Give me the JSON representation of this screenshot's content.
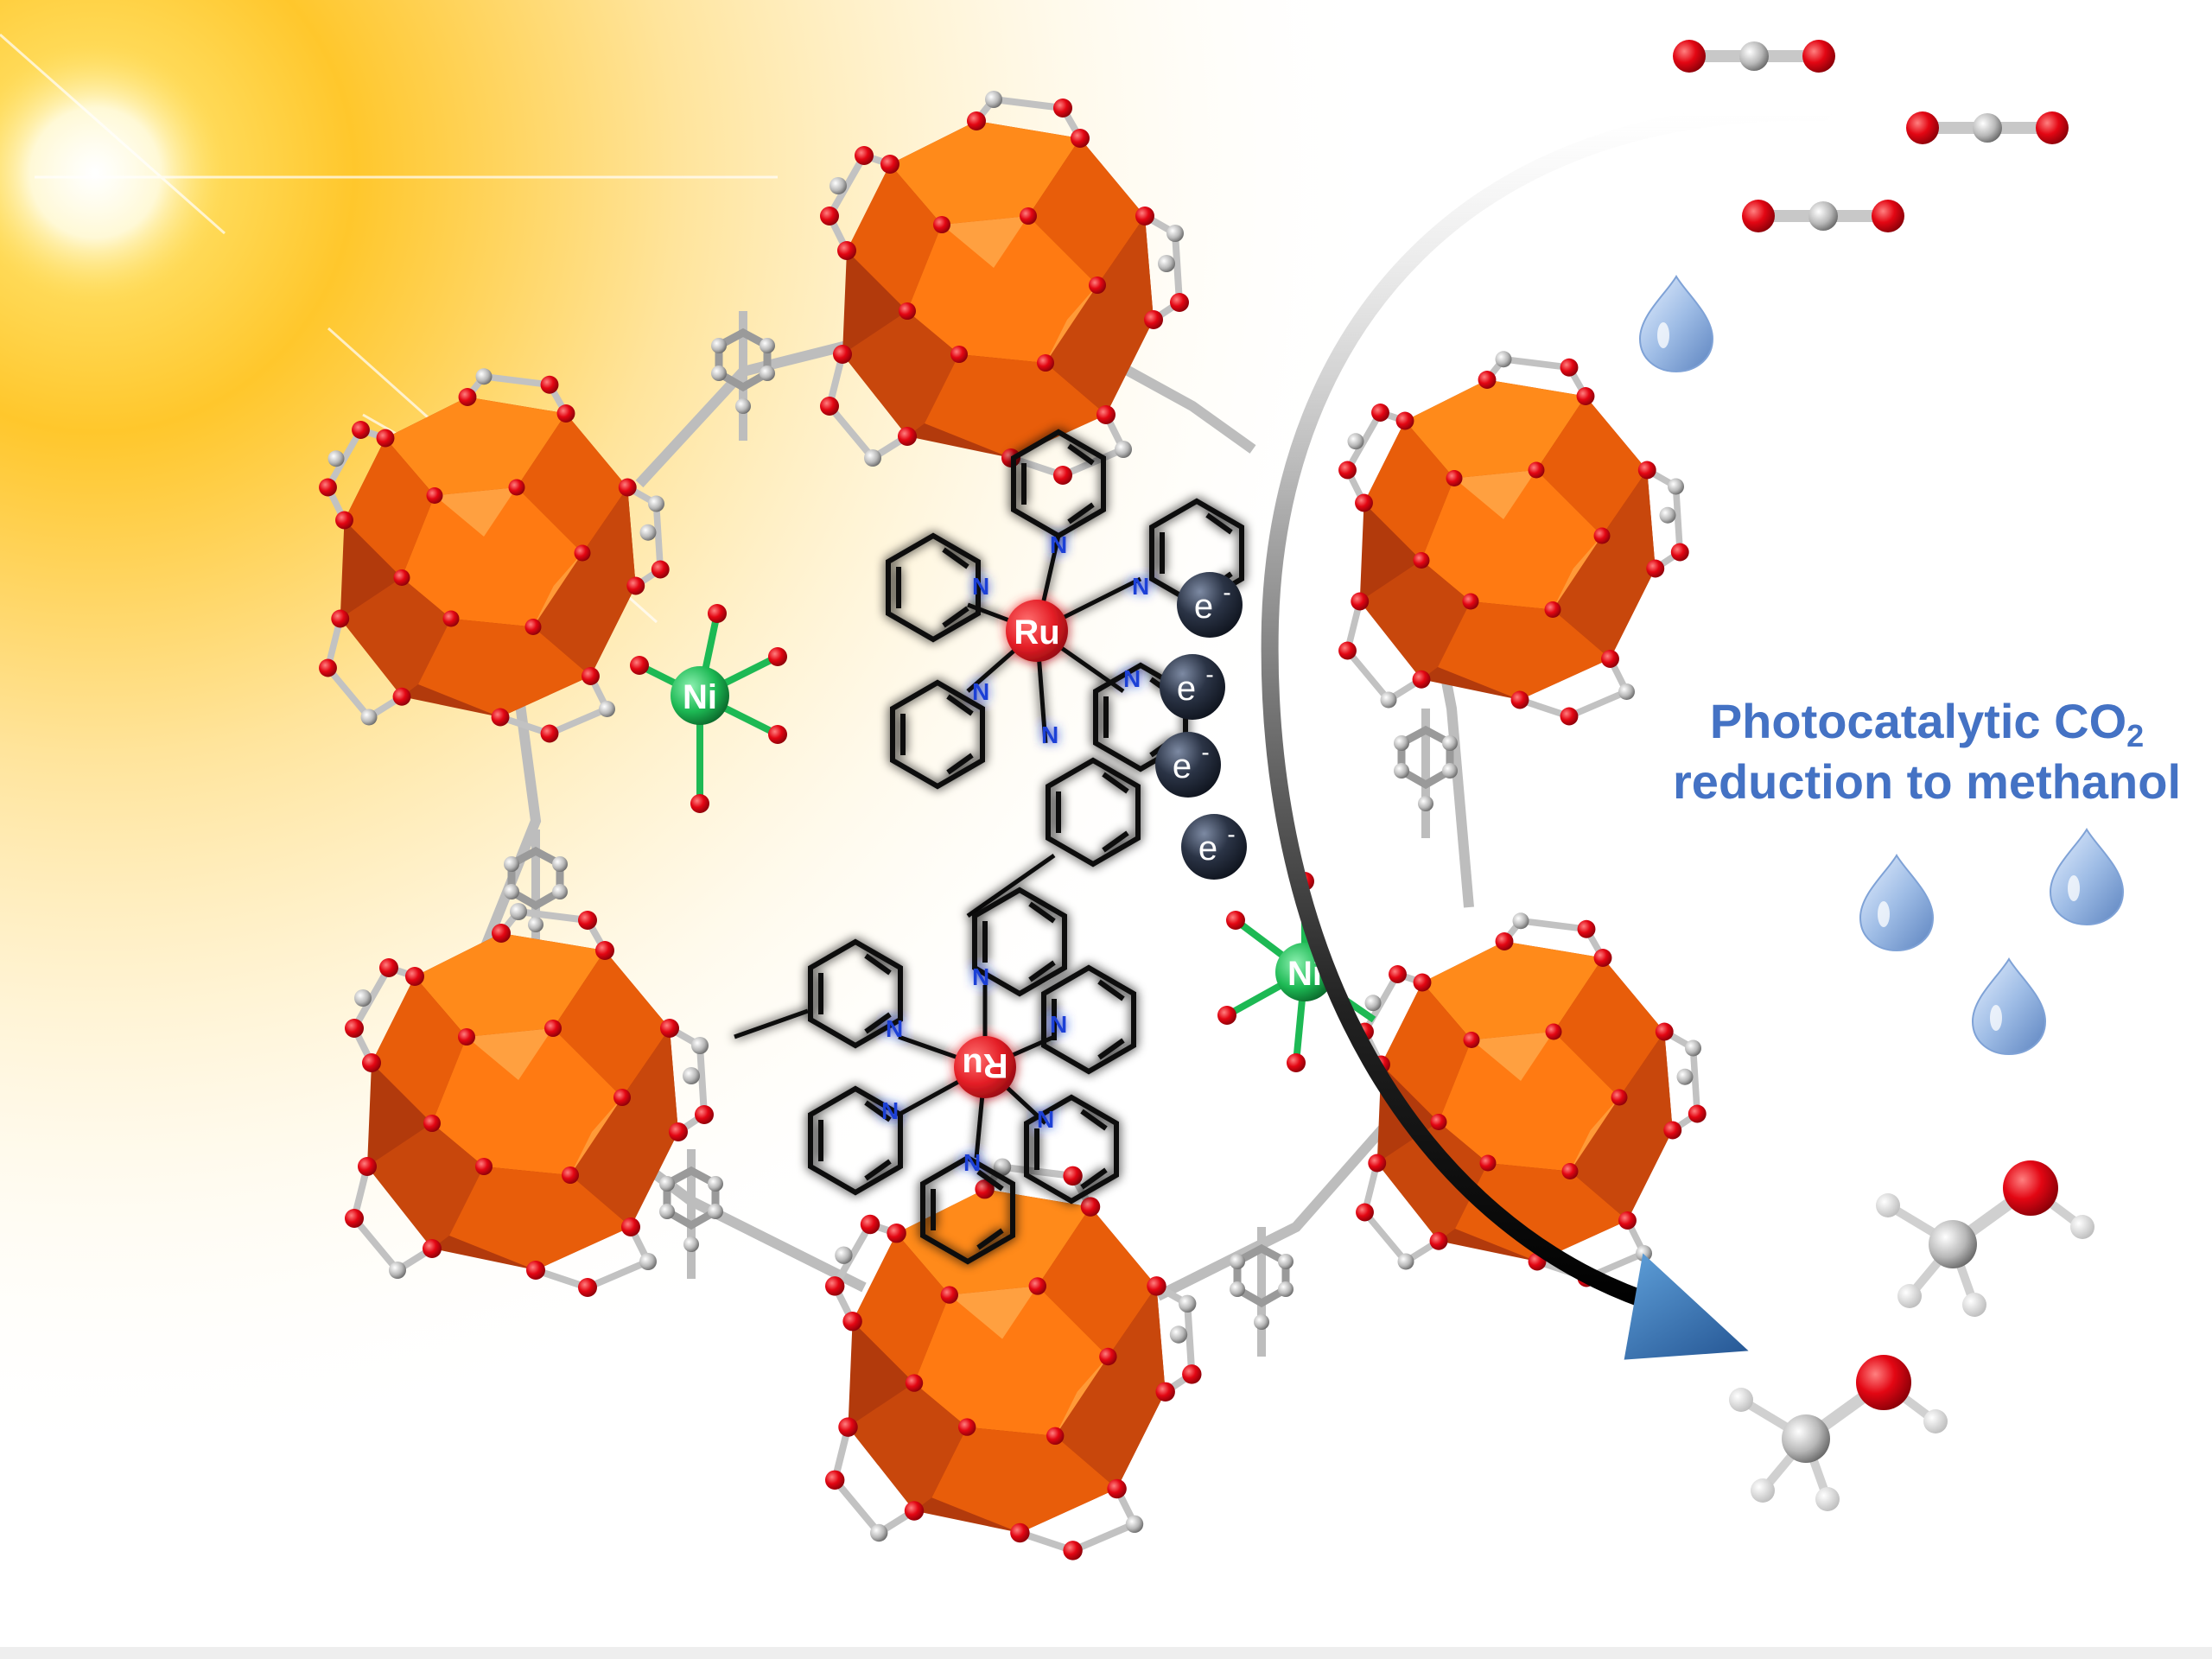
{
  "caption": {
    "line1_prefix": "Photocatalytic CO",
    "line1_subscript": "2",
    "line2": "reduction to methanol"
  },
  "labels": {
    "ruthenium": "Ru",
    "nickel": "Ni",
    "nitrogen": "N",
    "electron": "e",
    "electron_charge": "-"
  },
  "colors": {
    "sun": "#ffc000",
    "cluster_light": "#ff8a1a",
    "cluster_mid": "#e85d0a",
    "cluster_dark": "#b23a0c",
    "oxygen": "#e30613",
    "carbon": "#b8b8b8",
    "hydrogen": "#eaeaea",
    "nickel": "#1db954",
    "ruthenium": "#e41e26",
    "nitrogen": "#1f3fd6",
    "electron": "#2b3446",
    "water": "#9fbde6",
    "arrow_head": "#2e75b6",
    "caption": "#4472c4"
  },
  "icons": [
    "sun-glow",
    "co2-molecule-icon",
    "water-droplet-icon",
    "methanol-molecule-icon",
    "electron-icon",
    "curved-arrow-icon"
  ]
}
